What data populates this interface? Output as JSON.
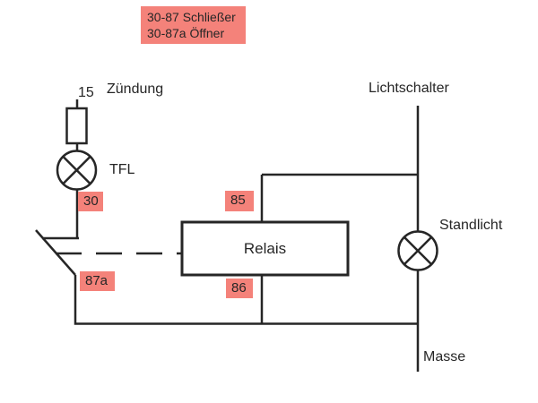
{
  "diagram": {
    "legend": {
      "line1": "30-87 Schließer",
      "line2": "30-87a Öffner"
    },
    "labels": {
      "terminal_15": "15",
      "zuendung": "Zündung",
      "tfl": "TFL",
      "pin_30": "30",
      "pin_87a": "87a",
      "pin_85": "85",
      "pin_86": "86",
      "relais": "Relais",
      "lichtschalter": "Lichtschalter",
      "standlicht": "Standlicht",
      "masse": "Masse"
    },
    "icons": {
      "tfl_lamp": "circle-with-x-lamp-symbol",
      "standlicht_lamp": "circle-with-x-lamp-symbol",
      "fuse": "rectangle-fuse-symbol",
      "switch": "normally-closed-contact-symbol",
      "relay": "rectangle-relay-box",
      "mechanical_link": "dashed-line"
    },
    "colors": {
      "highlight": "#f4827a",
      "line": "#262626",
      "background": "#ffffff"
    }
  }
}
